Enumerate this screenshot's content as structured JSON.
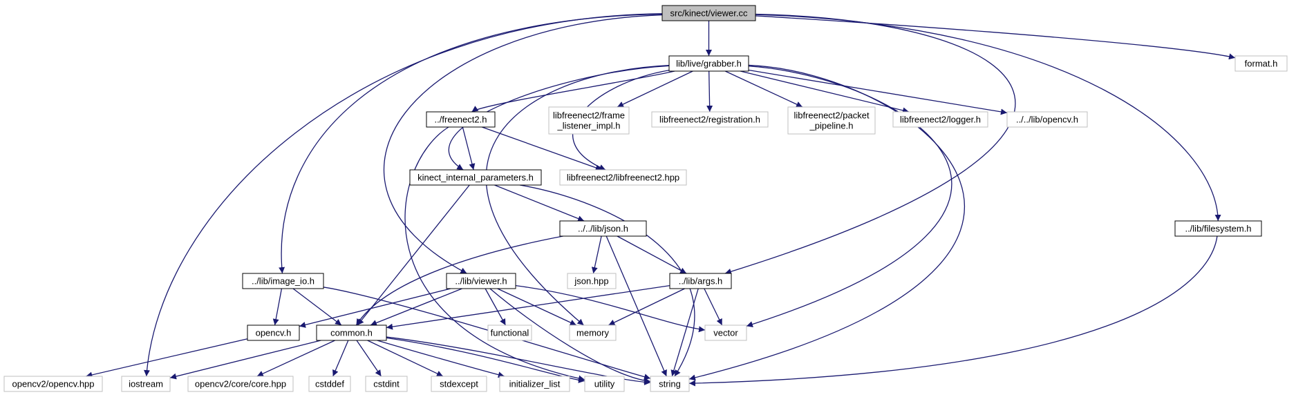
{
  "colors": {
    "edge": "#191970",
    "root_fill": "#bfbfbf",
    "root_border": "#000000",
    "local_border": "#000000",
    "external_border": "#bfbfbf",
    "node_fill": "#ffffff"
  },
  "nodes": [
    {
      "id": "viewer_cc",
      "label": "src/kinect/viewer.cc",
      "kind": "root"
    },
    {
      "id": "grabber_h",
      "label": "lib/live/grabber.h",
      "kind": "local"
    },
    {
      "id": "format_h",
      "label": "format.h",
      "kind": "external"
    },
    {
      "id": "freenect2_h",
      "label": "../freenect2.h",
      "kind": "local"
    },
    {
      "id": "frame_listener",
      "label": [
        "libfreenect2/frame",
        "_listener_impl.h"
      ],
      "kind": "external"
    },
    {
      "id": "registration_h",
      "label": "libfreenect2/registration.h",
      "kind": "external"
    },
    {
      "id": "packet_pipeline",
      "label": [
        "libfreenect2/packet",
        "_pipeline.h"
      ],
      "kind": "external"
    },
    {
      "id": "logger_h",
      "label": "libfreenect2/logger.h",
      "kind": "external"
    },
    {
      "id": "lib_opencv_h",
      "label": "../../lib/opencv.h",
      "kind": "external"
    },
    {
      "id": "kinect_params",
      "label": "kinect_internal_parameters.h",
      "kind": "local"
    },
    {
      "id": "libfreenect2_hpp",
      "label": "libfreenect2/libfreenect2.hpp",
      "kind": "external"
    },
    {
      "id": "json_h",
      "label": "../../lib/json.h",
      "kind": "local"
    },
    {
      "id": "filesystem_h",
      "label": "../lib/filesystem.h",
      "kind": "local"
    },
    {
      "id": "image_io_h",
      "label": "../lib/image_io.h",
      "kind": "local"
    },
    {
      "id": "viewer_h",
      "label": "../lib/viewer.h",
      "kind": "local"
    },
    {
      "id": "json_hpp",
      "label": "json.hpp",
      "kind": "external"
    },
    {
      "id": "args_h",
      "label": "../lib/args.h",
      "kind": "local"
    },
    {
      "id": "opencv_h",
      "label": "opencv.h",
      "kind": "local"
    },
    {
      "id": "common_h",
      "label": "common.h",
      "kind": "local"
    },
    {
      "id": "functional",
      "label": "functional",
      "kind": "external"
    },
    {
      "id": "memory",
      "label": "memory",
      "kind": "external"
    },
    {
      "id": "vector",
      "label": "vector",
      "kind": "external"
    },
    {
      "id": "opencv2_opencv",
      "label": "opencv2/opencv.hpp",
      "kind": "external"
    },
    {
      "id": "iostream",
      "label": "iostream",
      "kind": "external"
    },
    {
      "id": "core_hpp",
      "label": "opencv2/core/core.hpp",
      "kind": "external"
    },
    {
      "id": "cstddef",
      "label": "cstddef",
      "kind": "external"
    },
    {
      "id": "cstdint",
      "label": "cstdint",
      "kind": "external"
    },
    {
      "id": "stdexcept",
      "label": "stdexcept",
      "kind": "external"
    },
    {
      "id": "initializer_list",
      "label": "initializer_list",
      "kind": "external"
    },
    {
      "id": "utility",
      "label": "utility",
      "kind": "external"
    },
    {
      "id": "string",
      "label": "string",
      "kind": "external"
    }
  ],
  "edges": [
    [
      "viewer_cc",
      "grabber_h"
    ],
    [
      "viewer_cc",
      "format_h"
    ],
    [
      "viewer_cc",
      "filesystem_h"
    ],
    [
      "viewer_cc",
      "args_h"
    ],
    [
      "viewer_cc",
      "viewer_h"
    ],
    [
      "viewer_cc",
      "image_io_h"
    ],
    [
      "viewer_cc",
      "iostream"
    ],
    [
      "grabber_h",
      "freenect2_h"
    ],
    [
      "grabber_h",
      "frame_listener"
    ],
    [
      "grabber_h",
      "registration_h"
    ],
    [
      "grabber_h",
      "packet_pipeline"
    ],
    [
      "grabber_h",
      "logger_h"
    ],
    [
      "grabber_h",
      "lib_opencv_h"
    ],
    [
      "grabber_h",
      "libfreenect2_hpp"
    ],
    [
      "grabber_h",
      "kinect_params"
    ],
    [
      "grabber_h",
      "memory"
    ],
    [
      "grabber_h",
      "vector"
    ],
    [
      "grabber_h",
      "string"
    ],
    [
      "freenect2_h",
      "kinect_params"
    ],
    [
      "freenect2_h",
      "libfreenect2_hpp"
    ],
    [
      "freenect2_h",
      "utility"
    ],
    [
      "kinect_params",
      "json_h"
    ],
    [
      "kinect_params",
      "common_h"
    ],
    [
      "kinect_params",
      "string"
    ],
    [
      "json_h",
      "json_hpp"
    ],
    [
      "json_h",
      "args_h"
    ],
    [
      "json_h",
      "common_h"
    ],
    [
      "json_h",
      "string"
    ],
    [
      "filesystem_h",
      "string"
    ],
    [
      "image_io_h",
      "opencv_h"
    ],
    [
      "image_io_h",
      "common_h"
    ],
    [
      "image_io_h",
      "string"
    ],
    [
      "viewer_h",
      "opencv_h"
    ],
    [
      "viewer_h",
      "common_h"
    ],
    [
      "viewer_h",
      "functional"
    ],
    [
      "viewer_h",
      "memory"
    ],
    [
      "viewer_h",
      "vector"
    ],
    [
      "viewer_h",
      "string"
    ],
    [
      "args_h",
      "common_h"
    ],
    [
      "args_h",
      "memory"
    ],
    [
      "args_h",
      "vector"
    ],
    [
      "args_h",
      "string"
    ],
    [
      "opencv_h",
      "opencv2_opencv"
    ],
    [
      "common_h",
      "iostream"
    ],
    [
      "common_h",
      "core_hpp"
    ],
    [
      "common_h",
      "cstddef"
    ],
    [
      "common_h",
      "cstdint"
    ],
    [
      "common_h",
      "stdexcept"
    ],
    [
      "common_h",
      "initializer_list"
    ],
    [
      "common_h",
      "utility"
    ],
    [
      "common_h",
      "string"
    ]
  ]
}
